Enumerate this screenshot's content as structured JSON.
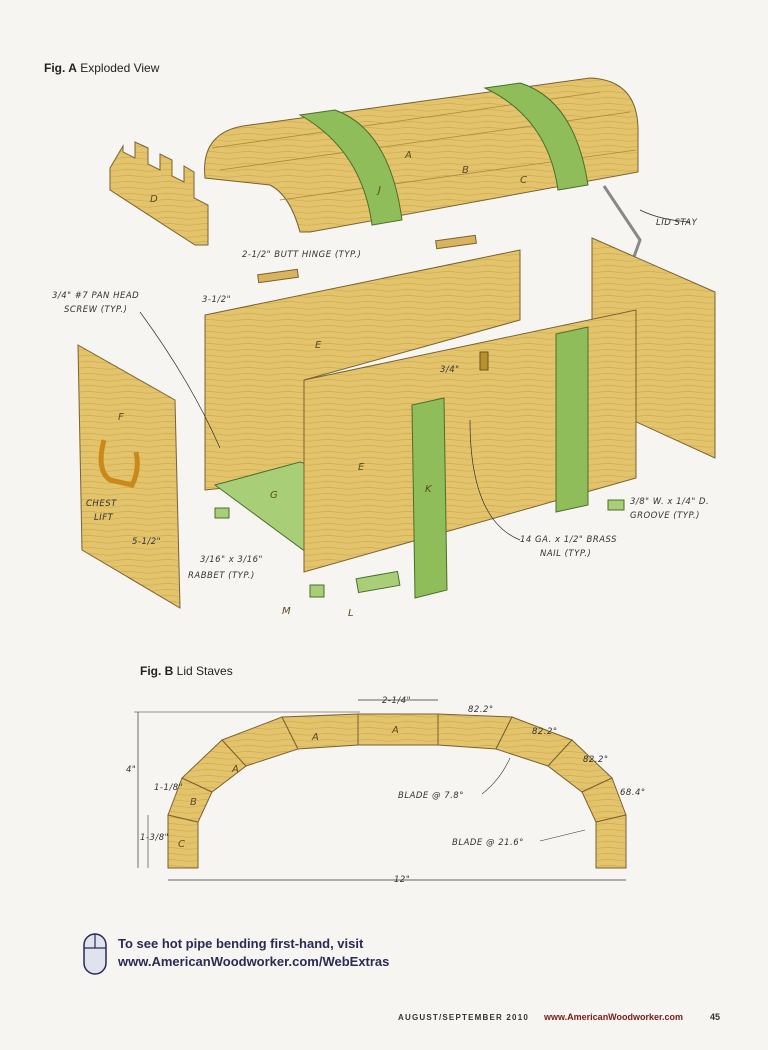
{
  "figA": {
    "label": "Fig. A",
    "title": "Exploded View",
    "parts": {
      "A": "A",
      "B": "B",
      "C": "C",
      "D": "D",
      "E1": "E",
      "E2": "E",
      "F": "F",
      "G": "G",
      "J": "J",
      "K": "K",
      "L": "L",
      "M": "M"
    },
    "callouts": {
      "lid_stay": "LID STAY",
      "butt_hinge": "2-1/2\" BUTT HINGE (TYP.)",
      "pan_head_1": "3/4\" #7 PAN HEAD",
      "pan_head_2": "SCREW (TYP.)",
      "dim_3_5": "3-1/2\"",
      "dim_3_4": "3/4\"",
      "chest_lift_1": "CHEST",
      "chest_lift_2": "LIFT",
      "dim_5_5": "5-1/2\"",
      "groove_1": "3/8\" W. x 1/4\" D.",
      "groove_2": "GROOVE (TYP.)",
      "nail_1": "14 GA. x 1/2\" BRASS",
      "nail_2": "NAIL (TYP.)",
      "rabbet_1": "3/16\" x 3/16\"",
      "rabbet_2": "RABBET (TYP.)"
    }
  },
  "figB": {
    "label": "Fig. B",
    "title": "Lid Staves",
    "callouts": {
      "dim_top": "2-1/4\"",
      "angle1": "82.2°",
      "angle2": "82.2°",
      "angle3": "82.2°",
      "angle4": "68.4°",
      "height": "4\"",
      "dim_1_1_8": "1-1/8\"",
      "dim_1_3_8": "1-3/8\"",
      "width": "12\"",
      "blade1": "BLADE @ 7.8°",
      "blade2": "BLADE @ 21.6°"
    },
    "staves": {
      "A1": "A",
      "A2": "A",
      "A3": "A",
      "B": "B",
      "C": "C"
    }
  },
  "webextras": {
    "line1": "To see hot pipe bending first-hand, visit",
    "line2": "www.AmericanWoodworker.com/WebExtras"
  },
  "footer": {
    "issue": "AUGUST/SEPTEMBER 2010",
    "site": "www.AmericanWoodworker.com",
    "page": "45"
  },
  "colors": {
    "wood": "#e3c46c",
    "wood_dark": "#c9a64a",
    "strap_green": "#8fbd5a",
    "accent_text": "#2a2a55"
  }
}
